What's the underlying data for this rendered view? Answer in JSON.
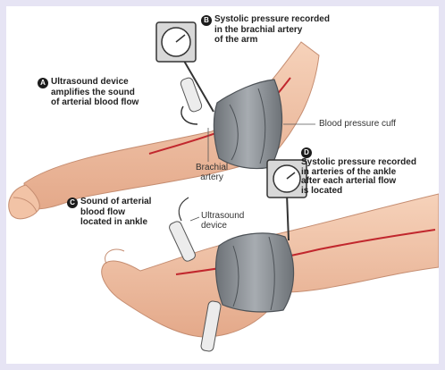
{
  "labels": {
    "a": {
      "letter": "A",
      "line1": "Ultrasound device",
      "line2": "amplifies the sound",
      "line3": "of arterial blood flow"
    },
    "b": {
      "letter": "B",
      "line1": "Systolic pressure recorded",
      "line2": "in the brachial artery",
      "line3": "of the arm"
    },
    "c": {
      "letter": "C",
      "line1": "Sound of arterial",
      "line2": "blood flow",
      "line3": "located in ankle"
    },
    "d": {
      "letter": "D",
      "line1": "Systolic pressure recorded",
      "line2": "in arteries of the ankle",
      "line3": "after each arterial flow",
      "line4": "is located"
    },
    "cuff": "Blood pressure cuff",
    "brachial_line1": "Brachial",
    "brachial_line2": "artery",
    "ultrasound_line1": "Ultrasound",
    "ultrasound_line2": "device"
  },
  "colors": {
    "skin": "#f2c3a6",
    "skin_shadow": "#d99a7c",
    "artery": "#c1272d",
    "cuff": "#8d9297",
    "cuff_dark": "#5f6469",
    "background_frame": "#e6e4f4"
  }
}
